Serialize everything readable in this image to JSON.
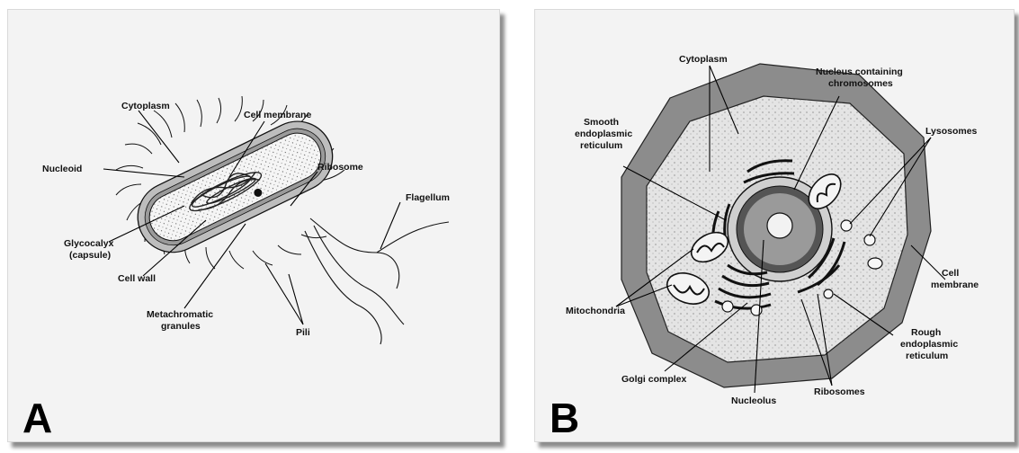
{
  "panel_a": {
    "letter": "A",
    "labels": {
      "cytoplasm": "Cytoplasm",
      "cell_membrane": "Cell membrane",
      "nucleoid": "Nucleoid",
      "ribosome": "Ribosome",
      "flagellum": "Flagellum",
      "glycocalyx_1": "Glycocalyx",
      "glycocalyx_2": "(capsule)",
      "cell_wall": "Cell wall",
      "metachromatic_1": "Metachromatic",
      "metachromatic_2": "granules",
      "pili": "Pili"
    }
  },
  "panel_b": {
    "letter": "B",
    "labels": {
      "cytoplasm": "Cytoplasm",
      "nucleus_1": "Nucleus containing",
      "nucleus_2": "chromosomes",
      "smooth_er_1": "Smooth",
      "smooth_er_2": "endoplasmic",
      "smooth_er_3": "reticulum",
      "lysosomes": "Lysosomes",
      "mitochondria": "Mitochondria",
      "cell_membrane_1": "Cell",
      "cell_membrane_2": "membrane",
      "rough_er_1": "Rough",
      "rough_er_2": "endoplasmic",
      "rough_er_3": "reticulum",
      "golgi": "Golgi complex",
      "nucleolus": "Nucleolus",
      "ribosomes": "Ribosomes"
    }
  }
}
